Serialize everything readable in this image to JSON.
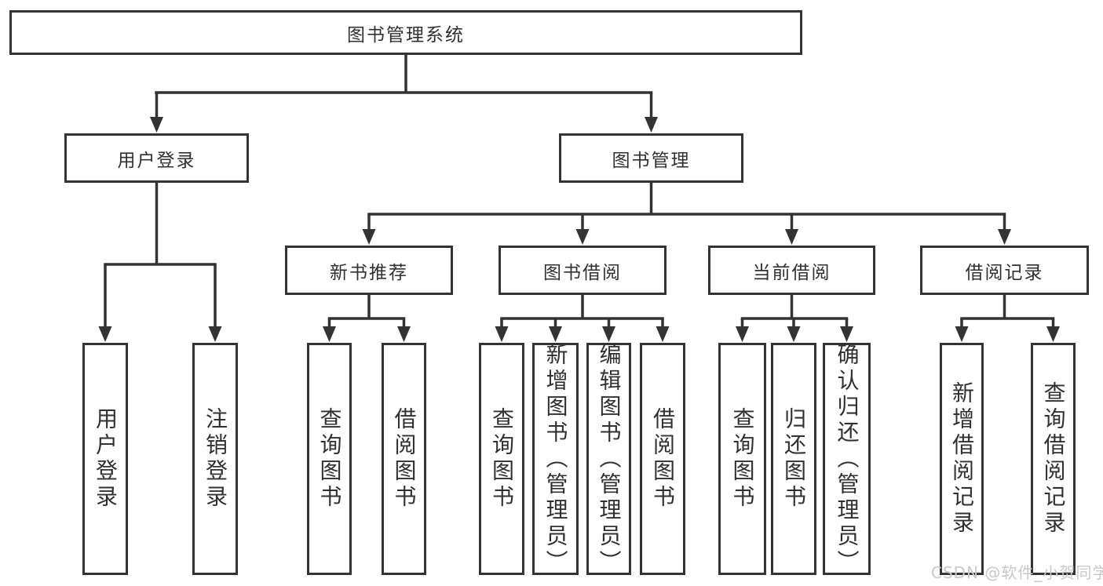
{
  "diagram": {
    "root": {
      "label": "图书管理系统"
    },
    "level2": [
      {
        "label": "用户登录"
      },
      {
        "label": "图书管理"
      }
    ],
    "level3": [
      {
        "label": "新书推荐"
      },
      {
        "label": "图书借阅"
      },
      {
        "label": "当前借阅"
      },
      {
        "label": "借阅记录"
      }
    ],
    "leaves": {
      "user_login": [
        {
          "label": "用户登录"
        },
        {
          "label": "注销登录"
        }
      ],
      "new_book": [
        {
          "label": "查询图书"
        },
        {
          "label": "借阅图书"
        }
      ],
      "book_borrow": [
        {
          "label": "查询图书"
        },
        {
          "label": "新增图书（管理员）"
        },
        {
          "label": "编辑图书（管理员）"
        },
        {
          "label": "借阅图书"
        }
      ],
      "current_borrow": [
        {
          "label": "查询图书"
        },
        {
          "label": "归还图书"
        },
        {
          "label": "确认归还（管理员）"
        }
      ],
      "borrow_records": [
        {
          "label": "新增借阅记录"
        },
        {
          "label": "查询借阅记录"
        }
      ]
    }
  },
  "watermark": {
    "text": "CSDN @软件_小贺同学"
  },
  "colors": {
    "line": "#333333",
    "border": "#333333",
    "text": "#303030",
    "watermark": "#c8c8c8",
    "background": "#ffffff"
  }
}
